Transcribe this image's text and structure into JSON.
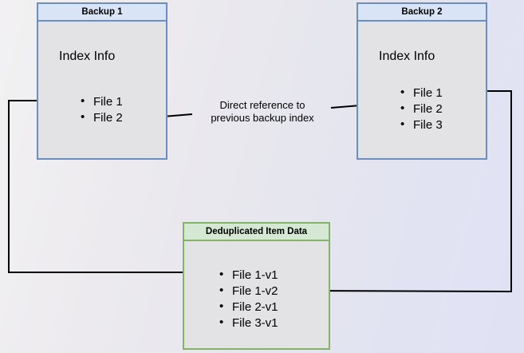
{
  "diagram": {
    "type": "backup-deduplication-flow",
    "background_gradient": [
      "#f2f1f2",
      "#e0e2f4"
    ],
    "nodes": [
      {
        "id": "backup1",
        "header": "Backup 1",
        "title": "Index Info",
        "border_color": "#6c8ebf",
        "header_fill": "#d9e5f7",
        "body_fill": "#e3e3e6",
        "items": [
          "File 1",
          "File 2"
        ]
      },
      {
        "id": "backup2",
        "header": "Backup 2",
        "title": "Index Info",
        "border_color": "#6c8ebf",
        "header_fill": "#d9e5f7",
        "body_fill": "#e3e3e6",
        "items": [
          "File 1",
          "File 2",
          "File 3"
        ]
      },
      {
        "id": "dedup",
        "header": "Deduplicated Item Data",
        "title": "",
        "border_color": "#82b366",
        "header_fill": "#d5e8d4",
        "body_fill": "#e3e3e6",
        "items": [
          "File 1-v1",
          "File 1-v2",
          "File 2-v1",
          "File 3-v1"
        ]
      }
    ],
    "edge_label": {
      "line1": "Direct reference to",
      "line2": "previous backup index"
    },
    "edges": [
      {
        "from": "backup2.File 2",
        "to": "backup1.File 2",
        "label": "Direct reference to previous backup index"
      },
      {
        "from": "backup1.File 1",
        "to": "dedup.File 1-v1",
        "label": ""
      },
      {
        "from": "backup2.File 1",
        "to": "dedup.File 1-v2",
        "label": ""
      }
    ]
  }
}
